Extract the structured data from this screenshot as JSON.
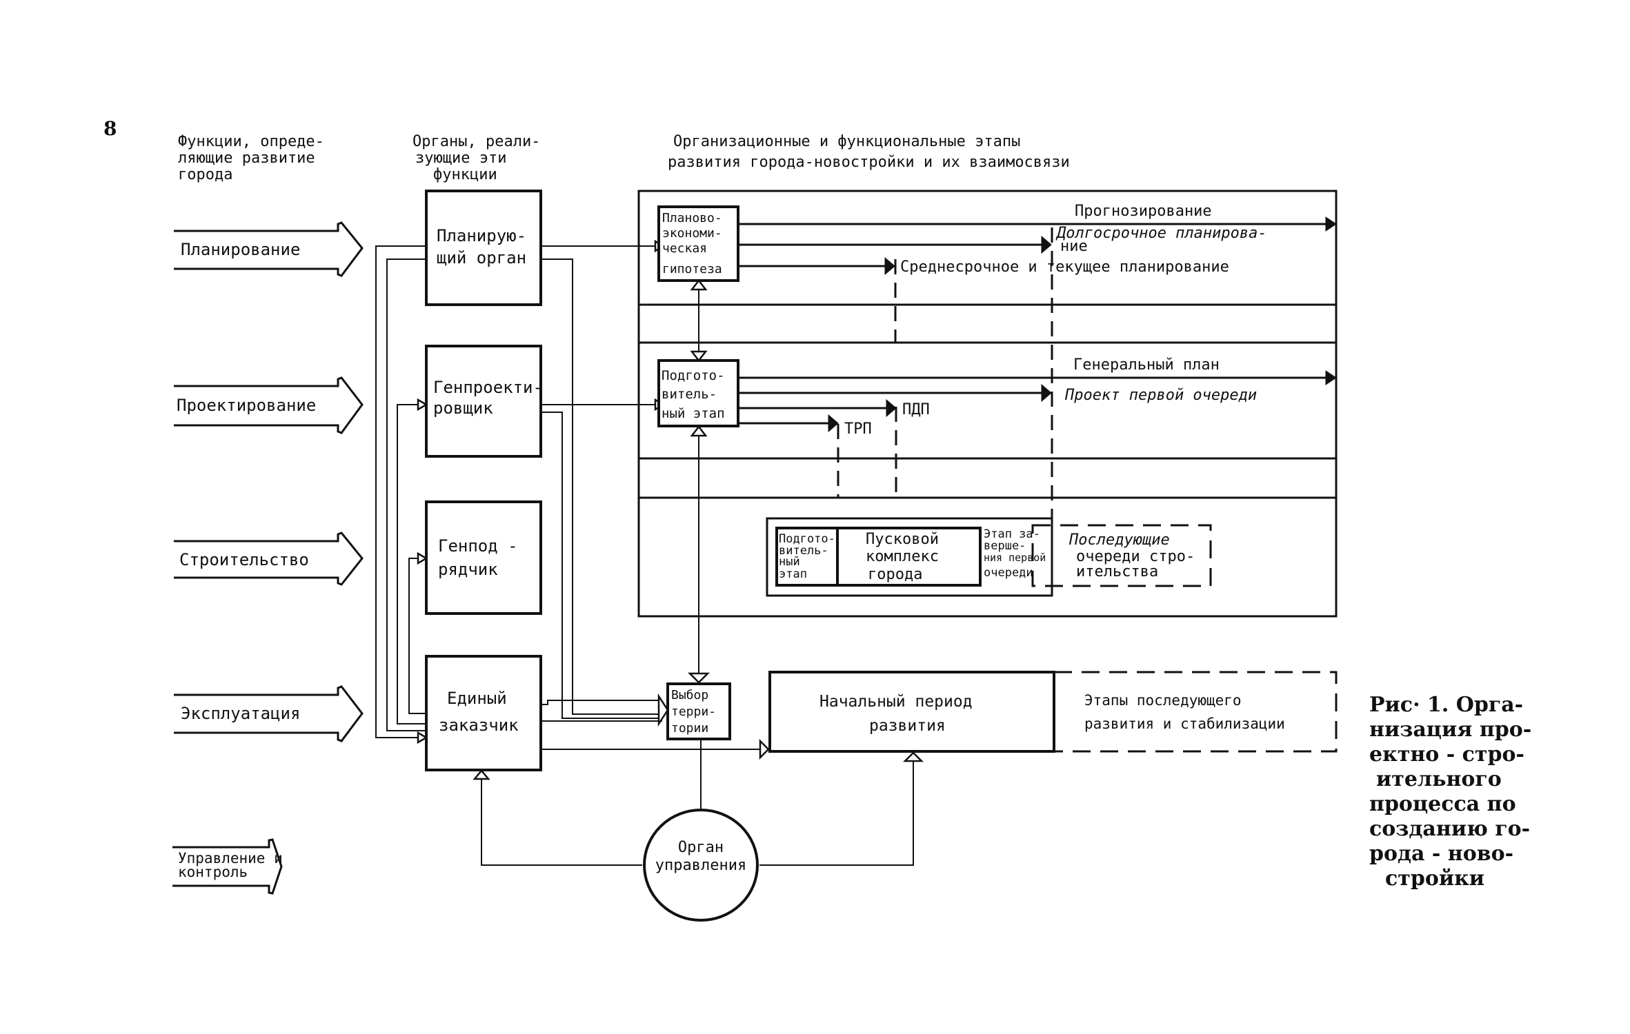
{
  "page_marker": "8",
  "headers": {
    "functions": [
      "Функции, опреде-",
      "ляющие развитие",
      "города"
    ],
    "organs": [
      "Органы, реали-",
      "зующие   эти",
      "функции"
    ],
    "stages": [
      "Организационные и функциональные этапы",
      "развития  города-новостройки и их взаимосвязи"
    ]
  },
  "functions": [
    {
      "lines": [
        "Планирование"
      ]
    },
    {
      "lines": [
        "Проектирование"
      ]
    },
    {
      "lines": [
        "Строительство"
      ]
    },
    {
      "lines": [
        "Эксплуатация"
      ]
    },
    {
      "lines": [
        "Управление  и",
        "контроль"
      ]
    }
  ],
  "organs": [
    {
      "lines": [
        "Планирую-",
        "щий  орган"
      ]
    },
    {
      "lines": [
        "Генпроекти-",
        "ровщик"
      ]
    },
    {
      "lines": [
        "Генпод -",
        "рядчик"
      ]
    },
    {
      "lines": [
        "Единый",
        "заказчик"
      ]
    }
  ],
  "stages": {
    "hypothesis": [
      "Планово-",
      "экономи-",
      "ческая",
      "гипотеза"
    ],
    "prep_stage": [
      "Подгото-",
      "витель-",
      "ный этап"
    ],
    "site_selection": [
      "Выбор",
      "терри-",
      "тории"
    ],
    "planning_outputs": {
      "forecasting": "Прогнозирование",
      "long_term": [
        "Долгосрочное   планирова-",
        "ние"
      ],
      "mid_term": "Среднесрочное  и  текущее  планирование"
    },
    "design_outputs": {
      "master_plan": "Генеральный план",
      "first_phase": "Проект первой очереди",
      "pdp": "ПДП",
      "trp": "ТРП"
    },
    "construction": {
      "prep": [
        "Подгото-",
        "витель-",
        "ный",
        "этап"
      ],
      "launch_complex": [
        "Пусковой",
        "комплекс",
        "города"
      ],
      "first_phase_completion": [
        "Этап за-",
        "верше-",
        "ния первой",
        "очереди"
      ],
      "subsequent": [
        "Последующие",
        "очереди стро-",
        "ительства"
      ]
    },
    "development": {
      "initial_period": [
        "Начальный  период",
        "развития"
      ],
      "subsequent": [
        "Этапы последующего",
        "развития и стабилизации"
      ]
    },
    "management_organ": [
      "Орган",
      "управления"
    ]
  },
  "caption": [
    "Рис· 1. Орга-",
    "низация про-",
    "ектно - стро-",
    "ительного",
    "процесса  по",
    "созданию го-",
    "рода - ново-",
    "стройки"
  ]
}
